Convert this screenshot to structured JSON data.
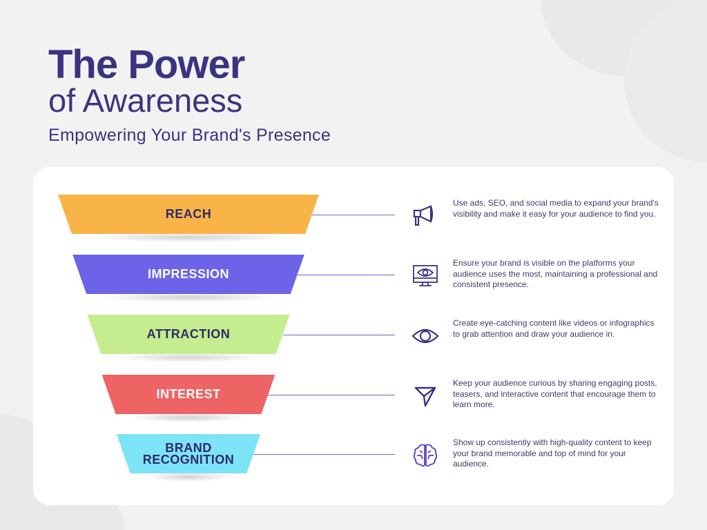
{
  "header": {
    "title_line1": "The Power",
    "title_line2": "of Awareness",
    "subtitle": "Empowering Your Brand's Presence"
  },
  "stages": [
    {
      "label": "REACH",
      "color": "#f9b448",
      "text_color": "#2f2a6b",
      "icon": "megaphone-icon",
      "description": "Use ads, SEO, and social media to expand your brand's visibility and make it easy for your audience to find you."
    },
    {
      "label": "IMPRESSION",
      "color": "#6c63e8",
      "text_color": "#ffffff",
      "icon": "monitor-eye-icon",
      "description": "Ensure your brand is visible on the platforms your audience uses the most, maintaining a professional and consistent presence."
    },
    {
      "label": "ATTRACTION",
      "color": "#c5ec8e",
      "text_color": "#2f2a6b",
      "icon": "eye-icon",
      "description": "Create eye-catching content like videos or infographics to grab attention and draw your audience in."
    },
    {
      "label": "INTEREST",
      "color": "#ee6363",
      "text_color": "#ffffff",
      "icon": "send-icon",
      "description": "Keep your audience curious by sharing engaging posts, teasers, and interactive content that encourage them to learn more."
    },
    {
      "label": "BRAND RECOGNITION",
      "color": "#7de3f7",
      "text_color": "#2f2a6b",
      "icon": "brain-icon",
      "description": "Show up consistently with high-quality content to keep your brand memorable and top of mind for your audience."
    }
  ]
}
